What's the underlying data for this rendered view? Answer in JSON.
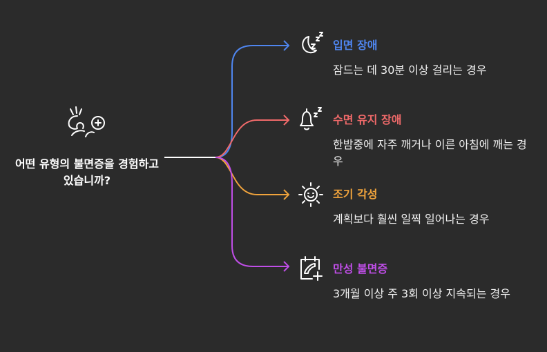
{
  "central": {
    "question": "어떤 유형의 불면증을 경험하고 있습니까?",
    "icon": "stressed-person-icon"
  },
  "colors": {
    "background": "#2b2b2b",
    "blue": "#4f86f0",
    "red": "#f06a6a",
    "orange": "#f0a33c",
    "purple": "#c04ee8",
    "text": "#ffffff"
  },
  "branches": [
    {
      "title": "입면 장애",
      "description": "잠드는 데 30분 이상 걸리는 경우",
      "icon": "moon-sleep-icon",
      "color": "#4f86f0"
    },
    {
      "title": "수면 유지 장애",
      "description": "한밤중에 자주 깨거나 이른 아침에 깨는 경우",
      "icon": "bell-sleep-icon",
      "color": "#f06a6a"
    },
    {
      "title": "조기 각성",
      "description": "계획보다 훨씬 일찍 일어나는 경우",
      "icon": "sun-face-icon",
      "color": "#f0a33c"
    },
    {
      "title": "만성 불면증",
      "description": "3개월 이상 주 3회 이상 지속되는 경우",
      "icon": "calendar-plus-icon",
      "color": "#c04ee8"
    }
  ]
}
